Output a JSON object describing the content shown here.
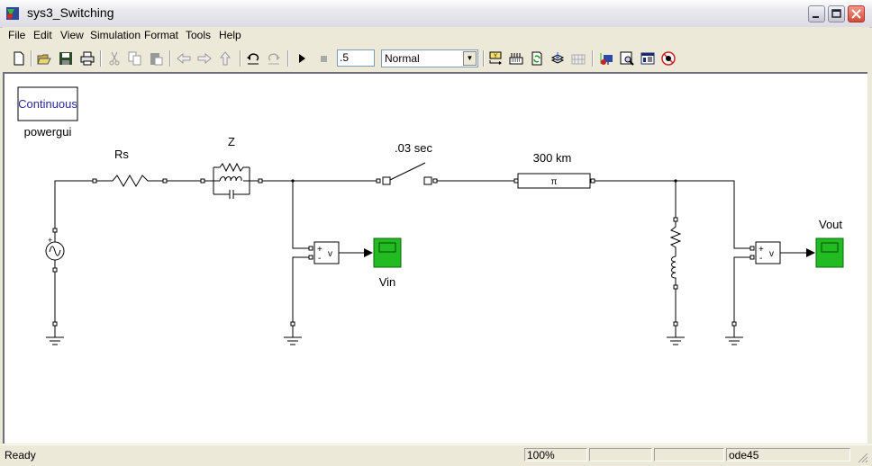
{
  "window": {
    "title": "sys3_Switching",
    "controls": {
      "minimize": "minimize-icon",
      "maximize": "maximize-icon",
      "close": "close-icon"
    }
  },
  "menu": {
    "items": [
      "File",
      "Edit",
      "View",
      "Simulation",
      "Format",
      "Tools",
      "Help"
    ]
  },
  "toolbar": {
    "buttons": [
      "new-model",
      "open",
      "save",
      "print",
      "cut",
      "copy",
      "paste",
      "back",
      "forward",
      "up",
      "undo",
      "redo",
      "start-simulation",
      "stop-simulation",
      "build",
      "update-diagram",
      "refresh",
      "library-browser",
      "model-explorer",
      "debugger",
      "model-advisor",
      "properties",
      "profiler"
    ],
    "stop_time": ".5",
    "sim_mode": "Normal"
  },
  "diagram": {
    "powergui": {
      "block_text": "Continuous",
      "label": "powergui"
    },
    "blocks": {
      "source": {
        "label": ""
      },
      "rs": {
        "label": "Rs"
      },
      "z": {
        "label": "Z"
      },
      "breaker": {
        "label": ".03 sec"
      },
      "line": {
        "label": "300 km",
        "glyph": "π"
      },
      "vin_scope": {
        "label": "Vin"
      },
      "vout_scope": {
        "label": "Vout"
      },
      "vmeas": {
        "plus": "+",
        "minus": "-",
        "v": "v"
      },
      "source_plus": "+"
    },
    "colors": {
      "scope": "#22bb22",
      "powergui_text": "#2a2aa0"
    }
  },
  "status": {
    "text": "Ready",
    "zoom": "100%",
    "cell2": "",
    "cell3": "",
    "solver": "ode45"
  }
}
